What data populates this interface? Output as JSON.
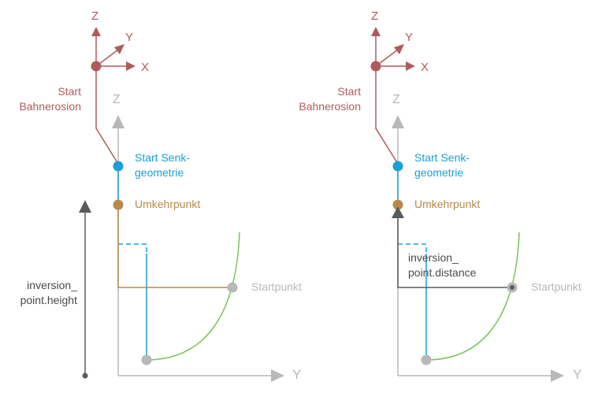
{
  "colors": {
    "red": "#b05a5e",
    "blue": "#1a9fd6",
    "brown": "#b8894a",
    "green": "#7ac35a",
    "gray": "#b8b8b8",
    "dark": "#5a5a5a"
  },
  "left": {
    "axis_z_top": "Z",
    "axis_y_top": "Y",
    "axis_x_top": "X",
    "start_bahnerosion": "Start\nBahnerosion",
    "axis_z_lower": "Z",
    "start_senkgeometrie": "Start Senk-\ngeometrie",
    "umkehrpunkt": "Umkehrpunkt",
    "inversion_label": "inversion_\npoint.height",
    "startpunkt": "Startpunkt",
    "axis_y_bottom": "Y"
  },
  "right": {
    "axis_z_top": "Z",
    "axis_y_top": "Y",
    "axis_x_top": "X",
    "start_bahnerosion": "Start\nBahnerosion",
    "axis_z_lower": "Z",
    "start_senkgeometrie": "Start Senk-\ngeometrie",
    "umkehrpunkt": "Umkehrpunkt",
    "inversion_label": "inversion_\npoint.distance",
    "startpunkt": "Startpunkt",
    "axis_y_bottom": "Y"
  }
}
